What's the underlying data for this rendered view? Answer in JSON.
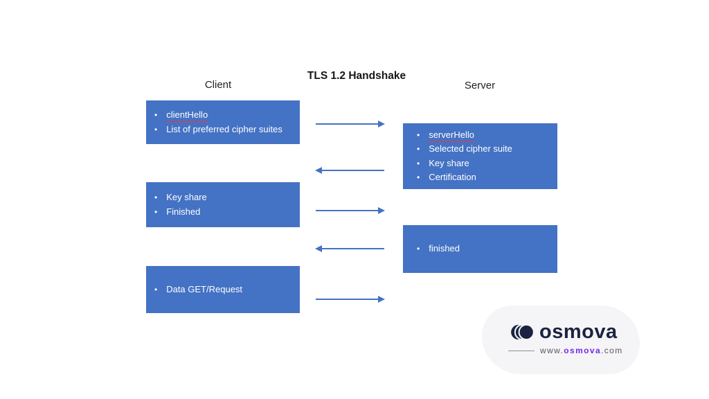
{
  "title": "TLS 1.2 Handshake",
  "actors": {
    "client": "Client",
    "server": "Server"
  },
  "client_boxes": [
    {
      "name": "client-hello-box",
      "items": [
        "clientHello",
        "List of preferred cipher suites"
      ]
    },
    {
      "name": "key-share-finished-box",
      "items": [
        "Key share",
        "Finished"
      ]
    },
    {
      "name": "data-request-box",
      "items": [
        "Data GET/Request"
      ]
    }
  ],
  "server_boxes": [
    {
      "name": "server-hello-box",
      "items": [
        "serverHello",
        "Selected cipher suite",
        "Key share",
        "Certification"
      ]
    },
    {
      "name": "finished-box",
      "items": [
        "finished"
      ]
    }
  ],
  "spellcheck_marked": [
    "clientHello",
    "serverHello"
  ],
  "arrows": [
    {
      "from": "client",
      "to": "server"
    },
    {
      "from": "server",
      "to": "client"
    },
    {
      "from": "client",
      "to": "server"
    },
    {
      "from": "server",
      "to": "client"
    },
    {
      "from": "client",
      "to": "server"
    }
  ],
  "logo": {
    "brand": "osmova",
    "url_prefix": "www.",
    "url_brand": "osmova",
    "url_suffix": ".com",
    "mark": "three-crescent-moons-icon"
  },
  "colors": {
    "box_fill": "#4472c4",
    "arrow": "#4472c4",
    "box_text": "#ffffff",
    "title_text": "#161616",
    "logo_navy": "#1b2341",
    "logo_purple": "#7229e8",
    "blob_bg": "#f5f5f7",
    "spell_red": "#e23c3c"
  }
}
